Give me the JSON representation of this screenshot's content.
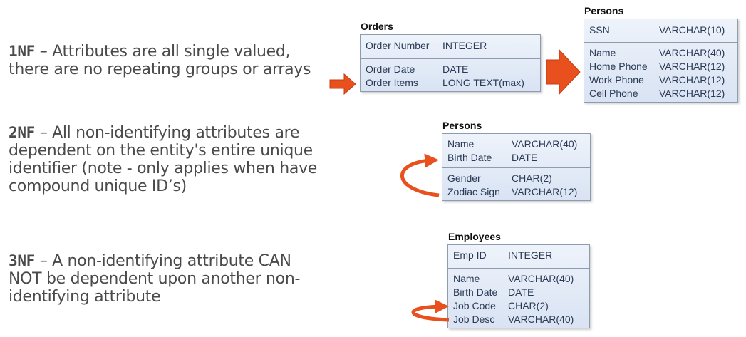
{
  "normal_forms": [
    {
      "label": "1NF",
      "text": " – Attributes are all single valued,",
      "text2": "there are no repeating groups or arrays"
    },
    {
      "label": "2NF",
      "text": " – All non-identifying attributes are",
      "lines": [
        "dependent on the entity's entire unique",
        "identifier (note - only applies when have",
        "compound unique ID’s)"
      ]
    },
    {
      "label": "3NF",
      "text": " – A non-identifying attribute CAN",
      "lines": [
        "NOT be dependent upon another non-",
        "identifying attribute"
      ]
    }
  ],
  "entities": {
    "orders": {
      "title": "Orders",
      "key": [
        {
          "name": "Order Number",
          "type": "INTEGER"
        }
      ],
      "attrs": [
        {
          "name": "Order Date",
          "type": "DATE"
        },
        {
          "name": "Order Items",
          "type": "LONG TEXT(max)"
        }
      ]
    },
    "persons_1nf": {
      "title": "Persons",
      "key": [
        {
          "name": "SSN",
          "type": "VARCHAR(10)"
        }
      ],
      "attrs": [
        {
          "name": "Name",
          "type": "VARCHAR(40)"
        },
        {
          "name": "Home Phone",
          "type": "VARCHAR(12)"
        },
        {
          "name": "Work Phone",
          "type": "VARCHAR(12)"
        },
        {
          "name": "Cell Phone",
          "type": "VARCHAR(12)"
        }
      ]
    },
    "persons_2nf": {
      "title": "Persons",
      "key": [
        {
          "name": "Name",
          "type": "VARCHAR(40)"
        },
        {
          "name": "Birth Date",
          "type": "DATE"
        }
      ],
      "attrs": [
        {
          "name": "Gender",
          "type": "CHAR(2)"
        },
        {
          "name": "Zodiac Sign",
          "type": "VARCHAR(12)"
        }
      ]
    },
    "employees": {
      "title": "Employees",
      "key": [
        {
          "name": "Emp ID",
          "type": "INTEGER"
        }
      ],
      "attrs": [
        {
          "name": "Name",
          "type": "VARCHAR(40)"
        },
        {
          "name": "Birth Date",
          "type": "DATE"
        },
        {
          "name": "Job Code",
          "type": "CHAR(2)"
        },
        {
          "name": "Job Desc",
          "type": "VARCHAR(40)"
        }
      ]
    }
  },
  "colors": {
    "arrow": "#e8501e",
    "arrow_stroke": "#c63c10",
    "box_border": "#8e9cb0",
    "text": "#4a4a4a"
  }
}
